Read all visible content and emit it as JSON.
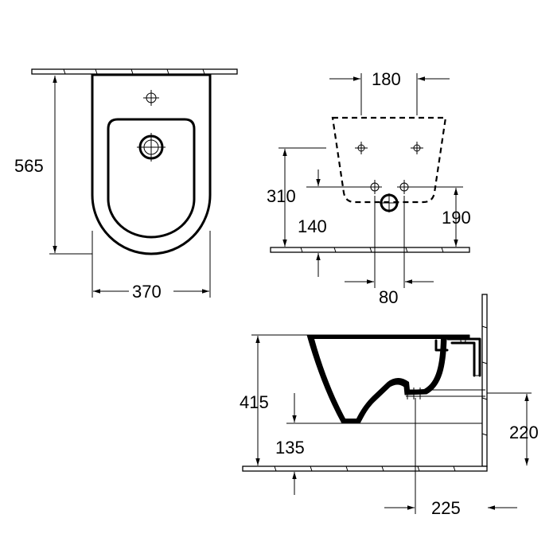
{
  "top_view": {
    "height_label": "565",
    "width_label": "370"
  },
  "front_view": {
    "hole_spacing_label": "180",
    "fixing_height_label": "310",
    "outlet_height_label": "140",
    "drain_height_label": "190",
    "drain_spacing_label": "80"
  },
  "side_view": {
    "rim_height_label": "415",
    "inlet_height_label": "135",
    "waste_height_label": "220",
    "projection_label": "225"
  }
}
